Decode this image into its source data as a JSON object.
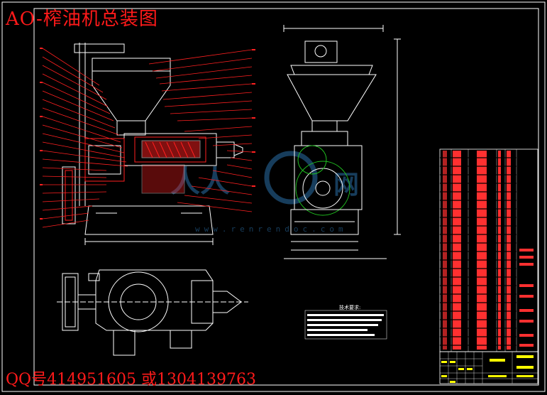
{
  "drawing": {
    "title": "AO-榨油机总装图",
    "contact": "QQ号414951605 或1304139763",
    "notes_title": "技术要求:"
  },
  "colors": {
    "background": "#000000",
    "frame": "#ffffff",
    "part_lines": "#ff2020",
    "outline": "#ffffff",
    "accent_green": "#20c020",
    "watermark": "#2a6fa8",
    "table_fill": "#ff3030",
    "table_yellow": "#ffff00"
  }
}
